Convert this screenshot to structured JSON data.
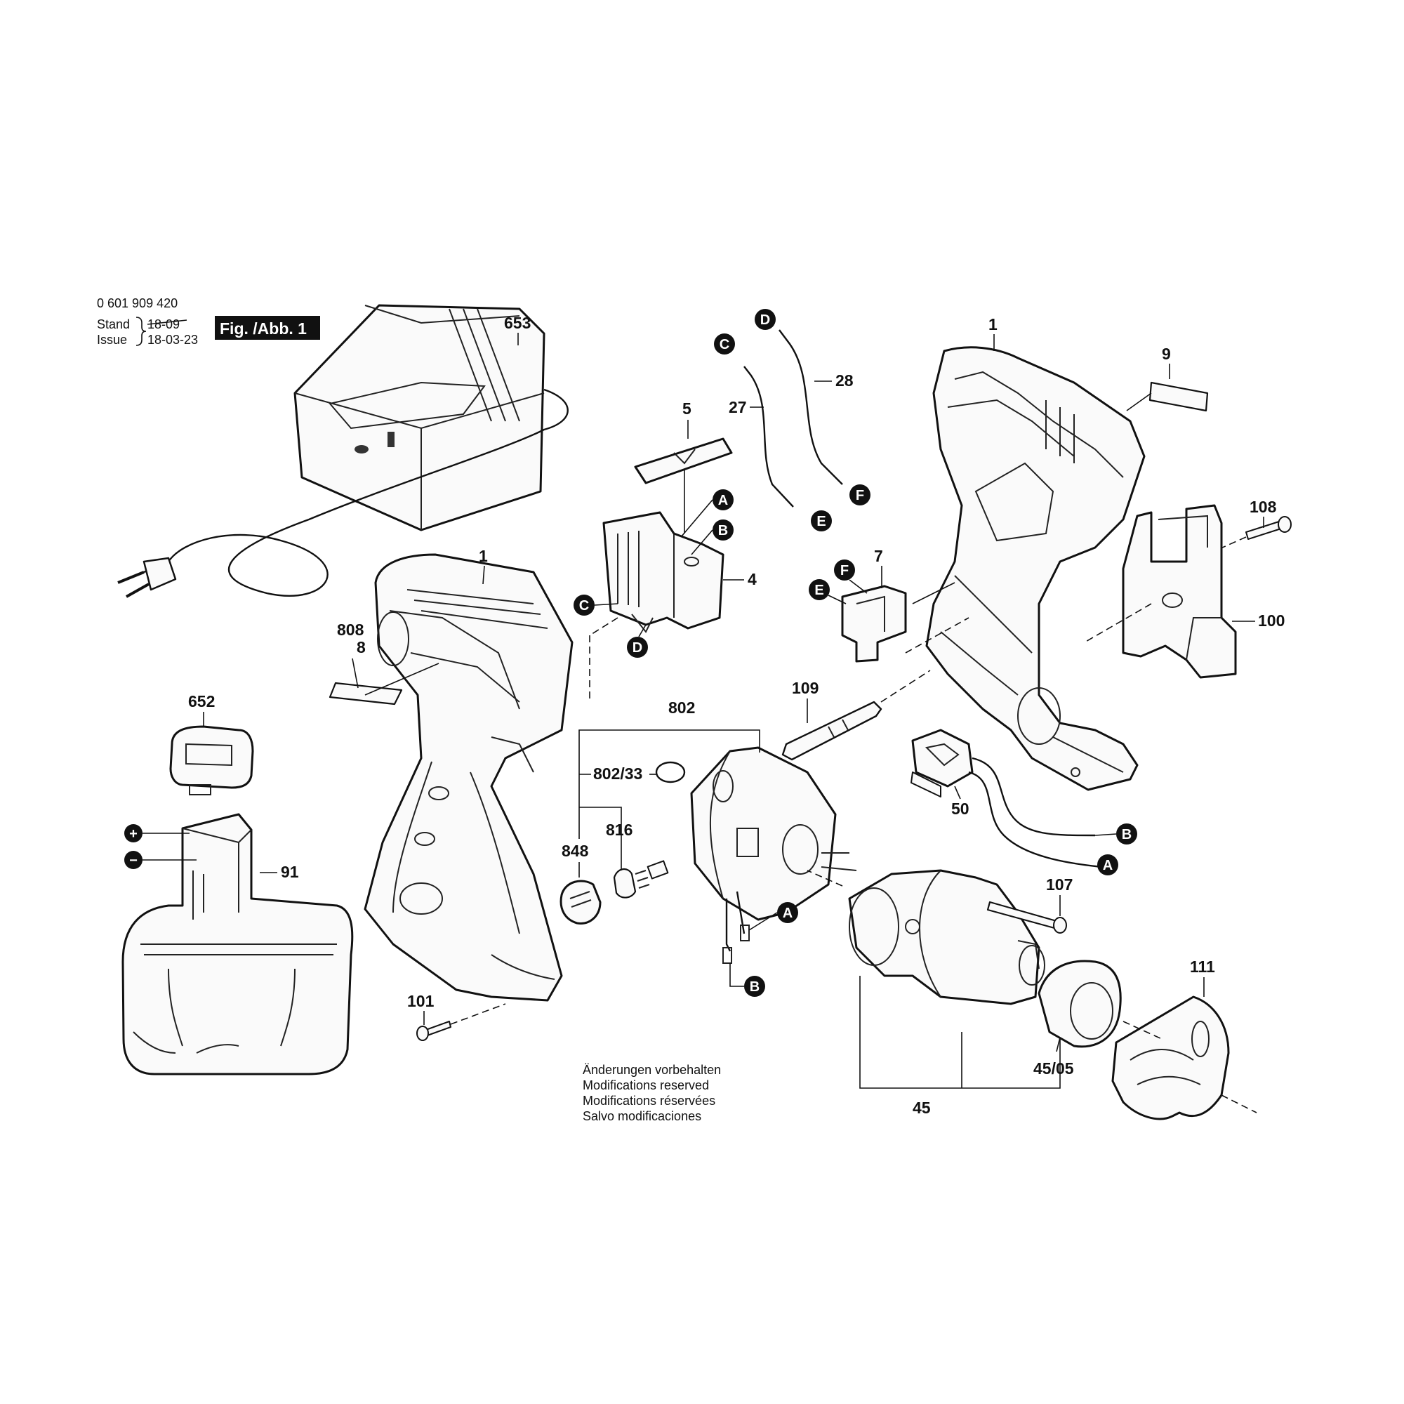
{
  "header": {
    "part_number": "0 601 909 420",
    "stand_label": "Stand",
    "stand_value": "18-09",
    "issue_label": "Issue",
    "issue_value": "18-03-23",
    "figure_label": "Fig. /Abb. 1"
  },
  "labels": {
    "p653": "653",
    "p1_right": "1",
    "p9": "9",
    "p28": "28",
    "p27": "27",
    "p5": "5",
    "p4": "4",
    "p1_left": "1",
    "p7": "7",
    "p108": "108",
    "p100": "100",
    "p808": "808",
    "p8": "8",
    "p109": "109",
    "p652": "652",
    "p802": "802",
    "p802_33": "802/33",
    "p816": "816",
    "p848": "848",
    "p50": "50",
    "p91": "91",
    "p107": "107",
    "p111": "111",
    "p101": "101",
    "p45_05": "45/05",
    "p45": "45"
  },
  "connectors": {
    "d_top": "D",
    "c_top": "C",
    "f_top": "F",
    "e_top": "E",
    "a_switch": "A",
    "b_switch": "B",
    "c_switch": "C",
    "d_switch": "D",
    "f_clip": "F",
    "e_clip": "E",
    "a_motor": "A",
    "b_motor": "B",
    "b_right": "B",
    "a_right": "A"
  },
  "polarity": {
    "plus": "+",
    "minus": "−"
  },
  "notes": {
    "line1": "Änderungen vorbehalten",
    "line2": "Modifications reserved",
    "line3": "Modifications réservées",
    "line4": "Salvo modificaciones"
  }
}
